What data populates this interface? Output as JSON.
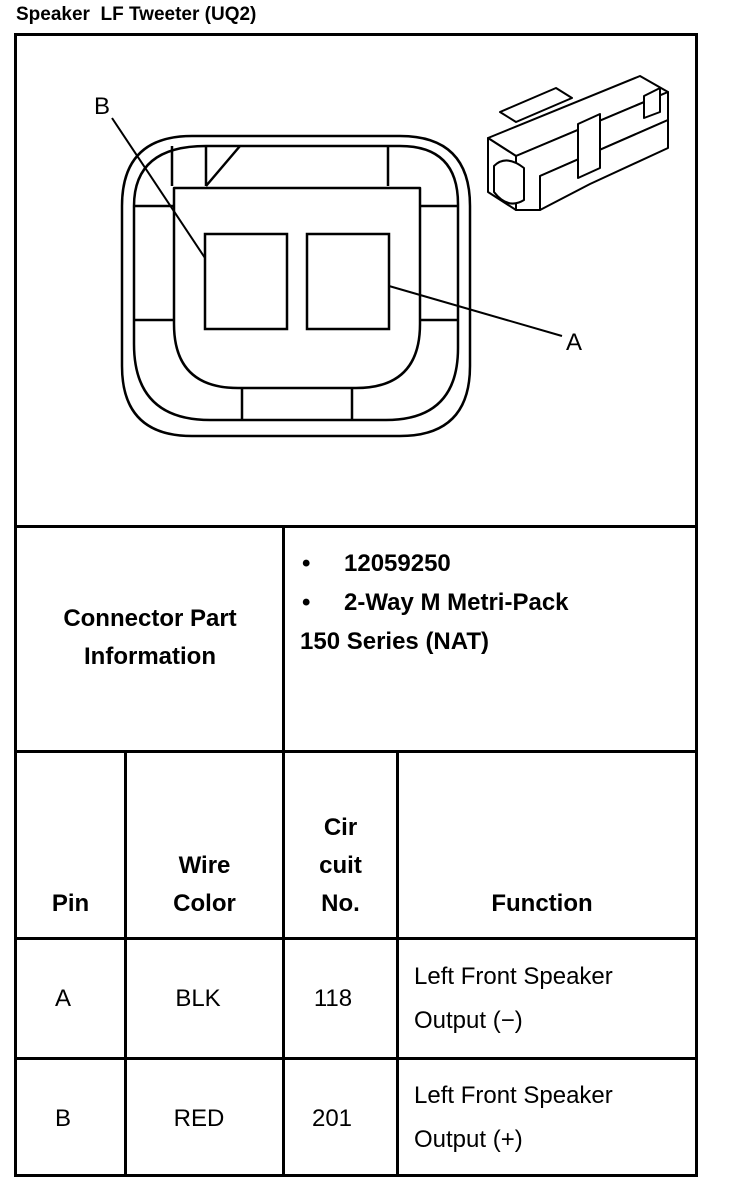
{
  "title": "Speaker  LF Tweeter (UQ2)",
  "diagram": {
    "label_b": "B",
    "label_a": "A"
  },
  "connector_info": {
    "label_line1": "Connector Part",
    "label_line2": "Information",
    "bullet": "•",
    "part_number": "12059250",
    "description_line1": "2-Way M Metri-Pack",
    "description_line2": "150 Series (NAT)"
  },
  "table": {
    "headers": {
      "pin": "Pin",
      "wire_color_1": "Wire",
      "wire_color_2": "Color",
      "circuit_1": "Cir",
      "circuit_2": "cuit",
      "circuit_3": "No.",
      "function": "Function"
    },
    "rows": [
      {
        "pin": "A",
        "wire_color": "BLK",
        "circuit": "118",
        "function_line1": "Left Front Speaker",
        "function_line2": "Output (−)"
      },
      {
        "pin": "B",
        "wire_color": "RED",
        "circuit": "201",
        "function_line1": "Left Front Speaker",
        "function_line2": "Output (+)"
      }
    ]
  }
}
